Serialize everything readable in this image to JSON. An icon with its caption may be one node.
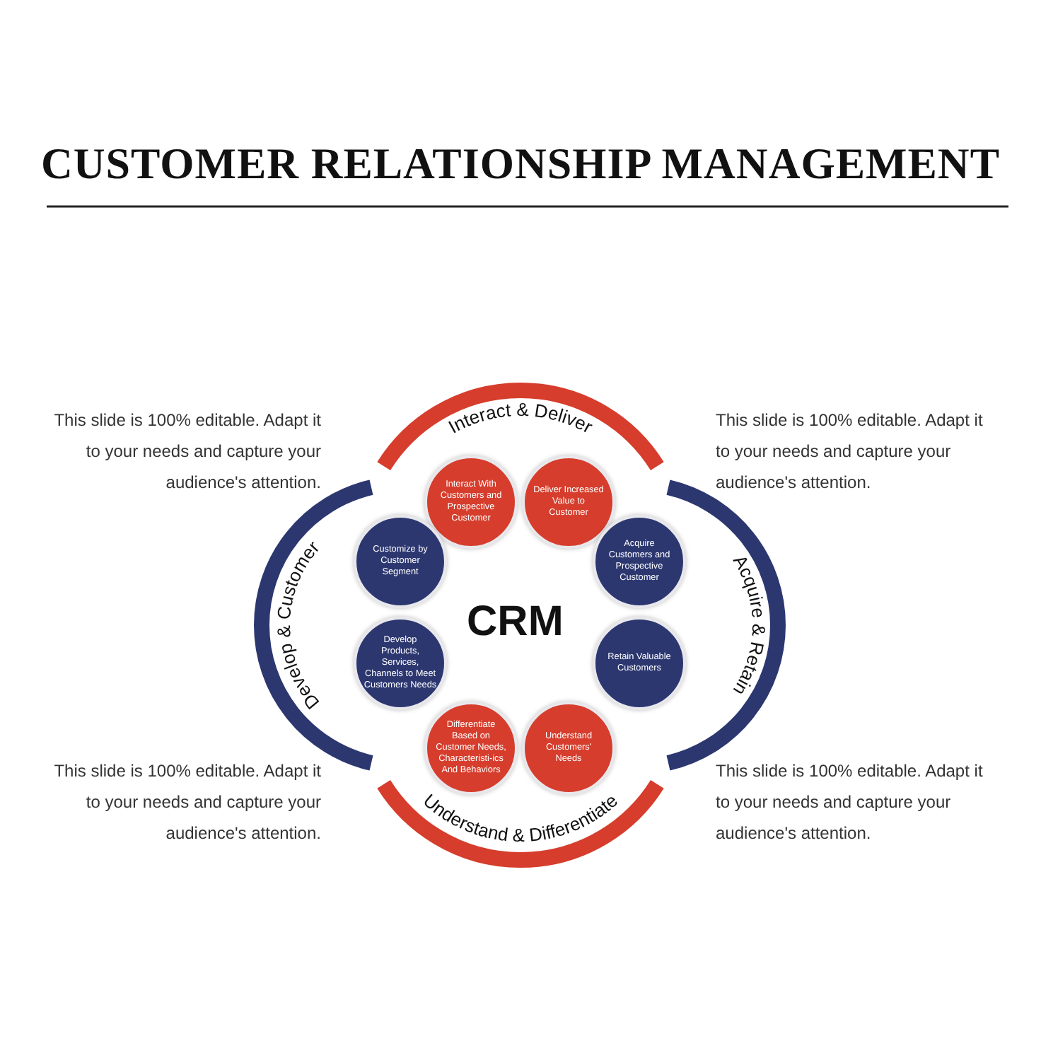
{
  "diagram": {
    "title": "CUSTOMER RELATIONSHIP MANAGEMENT",
    "nodes": [
      {
        "text": [
          "Interact With Customers and Prospective Customer"
        ]
      },
      {
        "text": [
          "Deliver Increased Value to Customer"
        ]
      },
      {
        "text": [
          "Customize by Customer Segment"
        ]
      },
      {
        "text": [
          "Acquire Customers and Prospective Customer"
        ]
      },
      {
        "text": [
          "Develop Products, Services, Channels to Meet Customers Needs"
        ]
      },
      {
        "text": [
          "Retain Valuable Customers"
        ]
      },
      {
        "text": [
          "Differentiate Based on Customer Needs, Characteristi-ics And Behaviors"
        ]
      },
      {
        "text": [
          "Understand Customers' Needs"
        ]
      }
    ],
    "labels": [
      "This slide is 100% editable. Adapt it to your needs and capture your audience's attention.",
      "Interact & Deliver",
      "This slide is 100% editable. Adapt it to your needs and capture your audience's attention.",
      "Develop & Customer",
      "CRM",
      "Acquire & Retain",
      "This slide is 100% editable. Adapt it to your needs and capture your audience's attention.",
      "Understand & Differentiate",
      "This slide is 100% editable. Adapt it to your needs and capture your audience's attention."
    ]
  }
}
